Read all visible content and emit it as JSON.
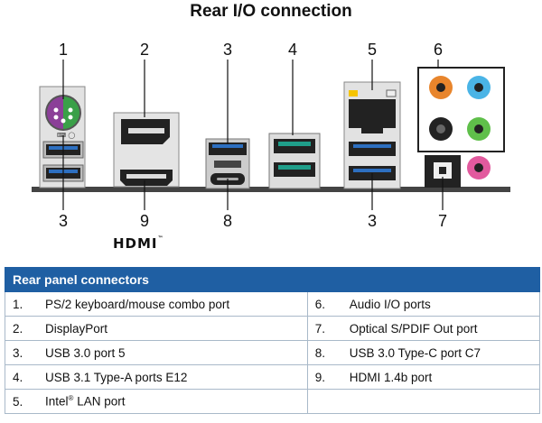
{
  "title": "Rear I/O connection",
  "diagram": {
    "top_labels": [
      "1",
      "2",
      "3",
      "4",
      "5",
      "6"
    ],
    "bottom_labels": [
      "3",
      "9",
      "8",
      "3",
      "7"
    ],
    "hdmi_logo": "HDMI",
    "hdmi_tm": "™"
  },
  "legend": {
    "header": "Rear panel connectors",
    "rows": [
      {
        "n1": "1.",
        "t1": "PS/2 keyboard/mouse combo port",
        "n2": "6.",
        "t2": "Audio I/O ports"
      },
      {
        "n1": "2.",
        "t1": "DisplayPort",
        "n2": "7.",
        "t2": "Optical S/PDIF Out port"
      },
      {
        "n1": "3.",
        "t1": "USB 3.0 port 5",
        "n2": "8.",
        "t2": "USB 3.0 Type-C port C7"
      },
      {
        "n1": "4.",
        "t1": "USB 3.1 Type-A ports E12",
        "n2": "9.",
        "t2": "HDMI 1.4b port"
      },
      {
        "n1": "5.",
        "t1": "Intel",
        "sup": "®",
        "t1b": " LAN port",
        "n2": "",
        "t2": ""
      }
    ]
  }
}
